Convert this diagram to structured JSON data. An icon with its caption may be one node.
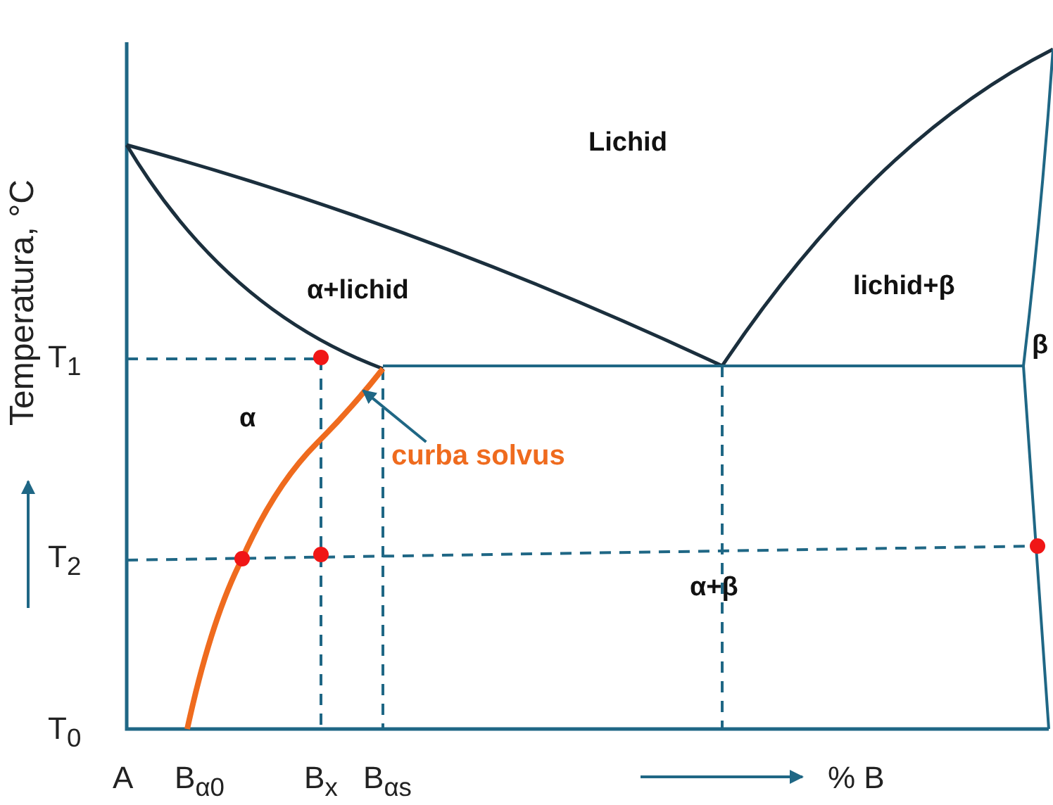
{
  "diagram": {
    "nodes": [
      {
        "text": [
          "curba solvus"
        ]
      },
      {
        "text": [],
        "shape": "line"
      }
    ],
    "edges": [
      {
        "from": 0,
        "to": 1,
        "arrow": "to"
      }
    ],
    "labels": [
      "Lichid",
      "α+lichid",
      "lichid+β",
      "T$_{1}$",
      "β",
      "α",
      "T$_{2}$",
      "α+β",
      "T$_{0}$",
      "A",
      "B$_{α0}$",
      "B$_{x}$",
      "B$_{αs}$",
      "% B",
      "Temperatura, °C"
    ]
  }
}
